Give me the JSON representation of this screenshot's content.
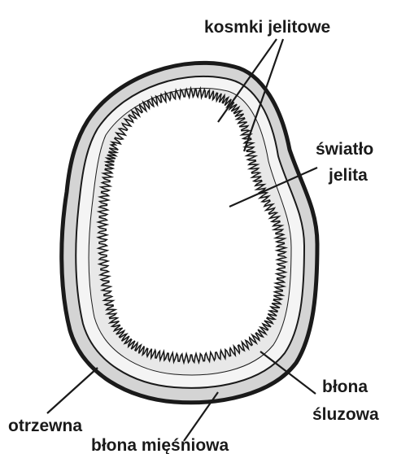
{
  "labels": {
    "villi": "kosmki jelitowe",
    "lumen_line1": "światło",
    "lumen_line2": "jelita",
    "mucosa_line1": "błona",
    "mucosa_line2": "śluzowa",
    "serosa": "otrzewna",
    "muscularis": "błona mięśniowa"
  },
  "colors": {
    "outline": "#1a1a1a",
    "outer_layer": "#d4d4d4",
    "muscle_layer": "#f4f4f4",
    "mucosa_layer": "#e8e8e8",
    "lumen": "#ffffff"
  }
}
